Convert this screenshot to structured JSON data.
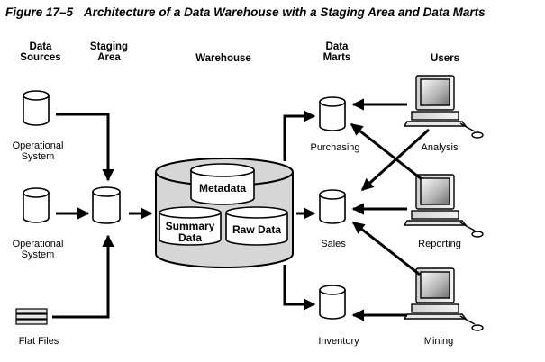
{
  "title": {
    "figure_number": "Figure 17–5",
    "text": "Architecture of a Data Warehouse with a Staging Area and Data Marts"
  },
  "columns": {
    "data_sources": [
      "Data",
      "Sources"
    ],
    "staging_area": [
      "Staging",
      "Area"
    ],
    "warehouse": "Warehouse",
    "data_marts": [
      "Data",
      "Marts"
    ],
    "users": "Users"
  },
  "sources": {
    "operational1": [
      "Operational",
      "System"
    ],
    "operational2": [
      "Operational",
      "System"
    ],
    "flat_files": "Flat Files"
  },
  "warehouse_parts": {
    "metadata": "Metadata",
    "summary_data": [
      "Summary",
      "Data"
    ],
    "raw_data": "Raw Data"
  },
  "marts": {
    "purchasing": "Purchasing",
    "sales": "Sales",
    "inventory": "Inventory"
  },
  "users": {
    "analysis": "Analysis",
    "reporting": "Reporting",
    "mining": "Mining"
  }
}
